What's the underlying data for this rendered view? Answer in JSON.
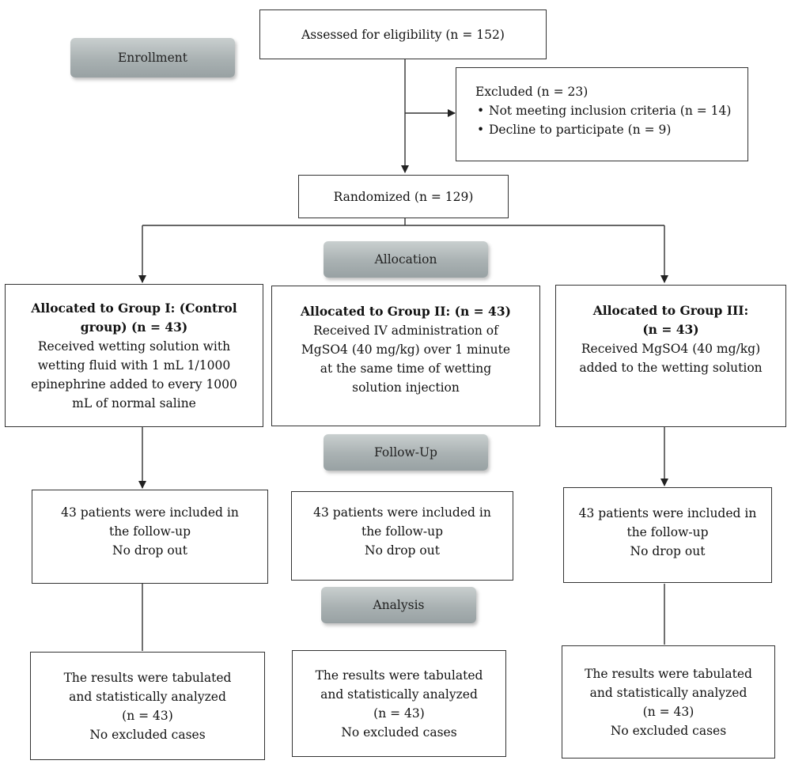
{
  "stages": {
    "enrollment": "Enrollment",
    "allocation": "Allocation",
    "followup": "Follow-Up",
    "analysis": "Analysis"
  },
  "assessed": "Assessed for eligibility (n = 152)",
  "excluded": {
    "title": "Excluded (n = 23)",
    "items": [
      "Not meeting inclusion criteria (n = 14)",
      "Decline to participate (n = 9)"
    ]
  },
  "randomized": "Randomized (n = 129)",
  "groups": [
    {
      "heading": [
        "Allocated to Group I: (Control",
        "group) (n = 43)"
      ],
      "desc": [
        "Received wetting solution with",
        "wetting fluid with 1 mL 1/1000",
        "epinephrine added to every 1000",
        "mL of normal saline"
      ],
      "followup": [
        "43 patients were included in",
        "the follow-up",
        "No drop out"
      ],
      "analysis": [
        "The results were tabulated",
        "and statistically analyzed",
        "(n = 43)",
        "No excluded cases"
      ]
    },
    {
      "heading": [
        "Allocated to Group II: (n = 43)"
      ],
      "desc": [
        "Received IV administration of",
        "MgSO4 (40 mg/kg) over 1 minute",
        "at the same time of wetting",
        "solution injection"
      ],
      "followup": [
        "43 patients were included in",
        "the follow-up",
        "No drop out"
      ],
      "analysis": [
        "The results were tabulated",
        "and statistically analyzed",
        "(n = 43)",
        "No excluded cases"
      ]
    },
    {
      "heading": [
        "Allocated to Group III:",
        "(n = 43)"
      ],
      "desc": [
        "Received MgSO4 (40 mg/kg)",
        "added to the wetting solution"
      ],
      "followup": [
        "43 patients were included in",
        "the follow-up",
        "No drop out"
      ],
      "analysis": [
        "The results were tabulated",
        "and statistically analyzed",
        "(n = 43)",
        "No excluded cases"
      ]
    }
  ]
}
